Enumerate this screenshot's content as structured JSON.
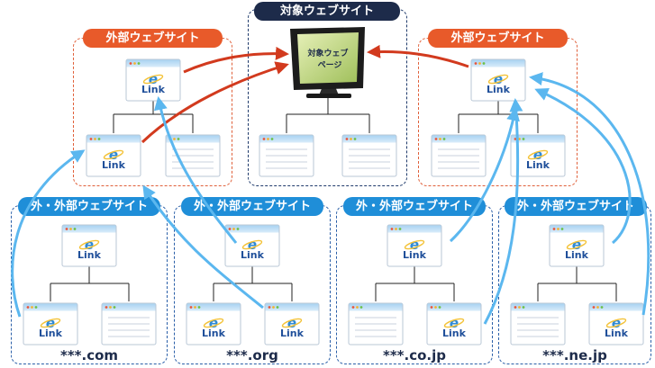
{
  "title": "対象ウェブサイト",
  "monitor_text": "対象ウェブページ",
  "external_site_label": "外部ウェブサイト",
  "outer_site_label": "外・外部ウェブサイト",
  "link_text": "Link",
  "domains": [
    "***.com",
    "***.org",
    "***.co.jp",
    "***.ne.jp"
  ],
  "colors": {
    "orange": "#e85a2a",
    "blue_label": "#1f8ed8",
    "navy_label": "#1d2b4a",
    "arrow_red": "#d23a1e",
    "arrow_blue": "#5bb7ef"
  }
}
